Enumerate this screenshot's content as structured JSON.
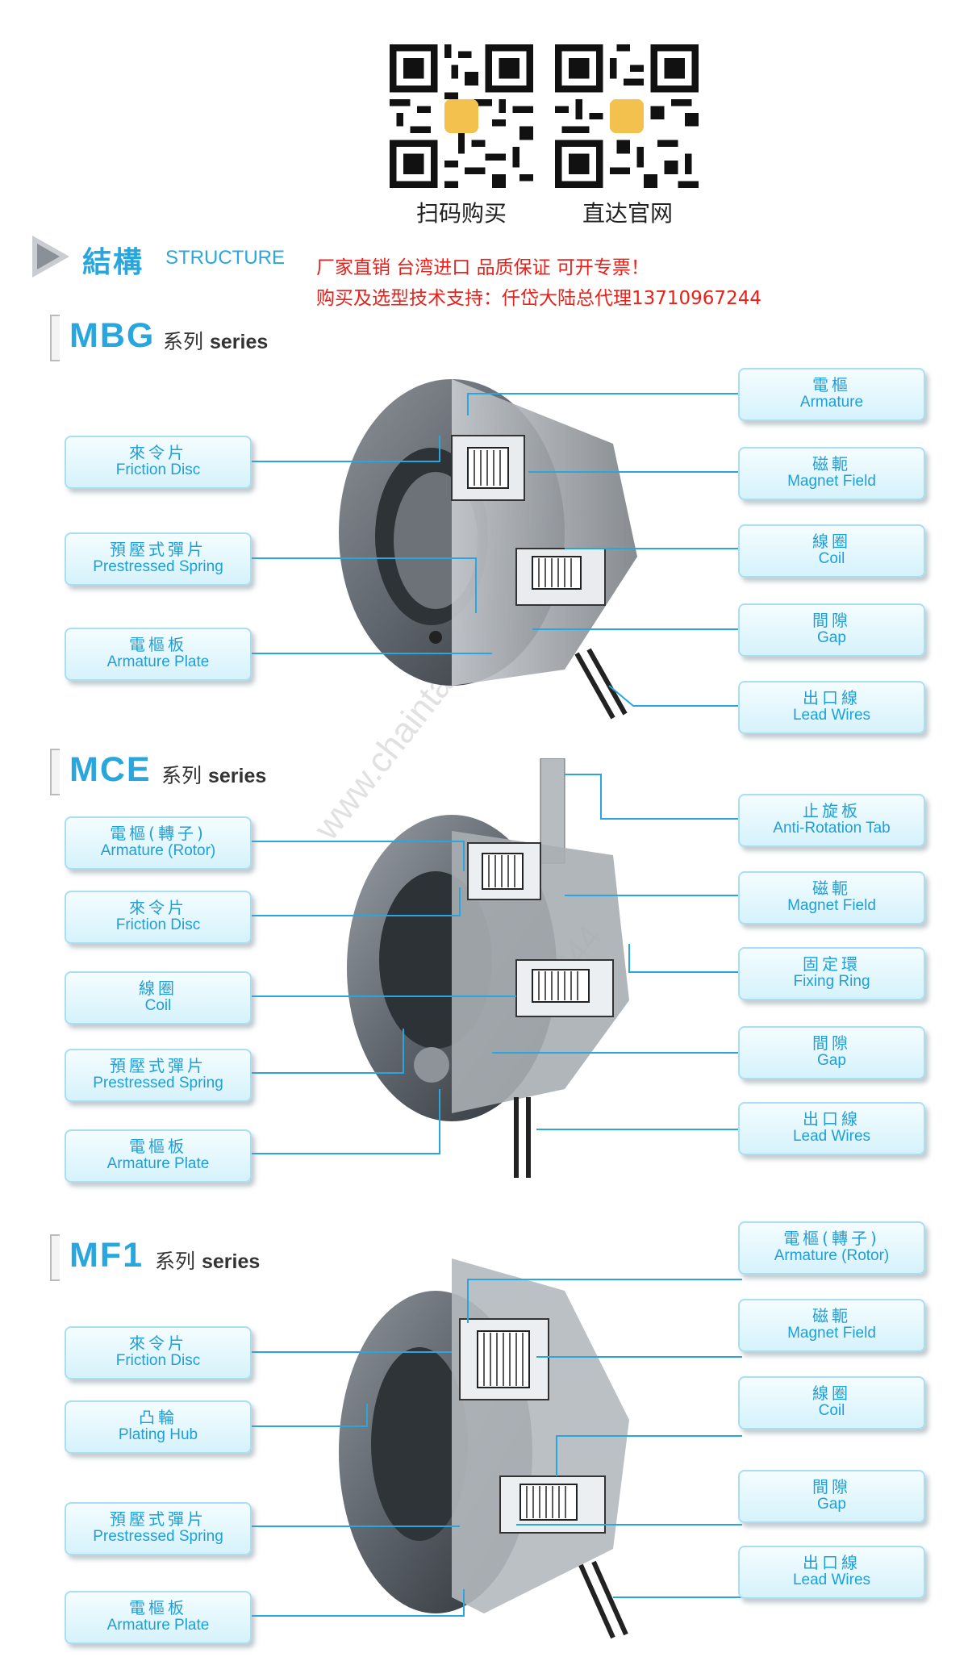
{
  "qr": {
    "left_caption": "扫码购买",
    "right_caption": "直达官网"
  },
  "header": {
    "title_cn": "結構",
    "title_en": "STRUCTURE",
    "promo_line1": "厂家直销 台湾进口 品质保证 可开专票！",
    "promo_line2": "购买及选型技术支持：仟岱大陆总代理13710967244"
  },
  "watermark": {
    "line1": "www.chaintail.com.cn",
    "line2": "13710967244"
  },
  "sections": [
    {
      "code": "MBG",
      "suffix_cn": "系列",
      "suffix_en": "series",
      "left_labels": [
        {
          "cn": "來令片",
          "en": "Friction Disc"
        },
        {
          "cn": "預壓式彈片",
          "en": "Prestressed Spring"
        },
        {
          "cn": "電樞板",
          "en": "Armature Plate"
        }
      ],
      "right_labels": [
        {
          "cn": "電樞",
          "en": "Armature"
        },
        {
          "cn": "磁軛",
          "en": "Magnet Field"
        },
        {
          "cn": "線圈",
          "en": "Coil"
        },
        {
          "cn": "間隙",
          "en": "Gap"
        },
        {
          "cn": "出口線",
          "en": "Lead Wires"
        }
      ]
    },
    {
      "code": "MCE",
      "suffix_cn": "系列",
      "suffix_en": "series",
      "left_labels": [
        {
          "cn": "電樞(轉子)",
          "en": "Armature (Rotor)"
        },
        {
          "cn": "來令片",
          "en": "Friction Disc"
        },
        {
          "cn": "線圈",
          "en": "Coil"
        },
        {
          "cn": "預壓式彈片",
          "en": "Prestressed Spring"
        },
        {
          "cn": "電樞板",
          "en": "Armature Plate"
        }
      ],
      "right_labels": [
        {
          "cn": "止旋板",
          "en": "Anti-Rotation Tab"
        },
        {
          "cn": "磁軛",
          "en": "Magnet Field"
        },
        {
          "cn": "固定環",
          "en": "Fixing Ring"
        },
        {
          "cn": "間隙",
          "en": "Gap"
        },
        {
          "cn": "出口線",
          "en": "Lead Wires"
        }
      ]
    },
    {
      "code": "MF1",
      "suffix_cn": "系列",
      "suffix_en": "series",
      "left_labels": [
        {
          "cn": "來令片",
          "en": "Friction Disc"
        },
        {
          "cn": "凸輪",
          "en": "Plating Hub"
        },
        {
          "cn": "預壓式彈片",
          "en": "Prestressed Spring"
        },
        {
          "cn": "電樞板",
          "en": "Armature Plate"
        }
      ],
      "right_labels": [
        {
          "cn": "電樞(轉子)",
          "en": "Armature (Rotor)"
        },
        {
          "cn": "磁軛",
          "en": "Magnet Field"
        },
        {
          "cn": "線圈",
          "en": "Coil"
        },
        {
          "cn": "間隙",
          "en": "Gap"
        },
        {
          "cn": "出口線",
          "en": "Lead Wires"
        }
      ]
    }
  ],
  "colors": {
    "accent": "#2aa6df",
    "promo": "#e8211a",
    "label_bg": "#dff5fc"
  },
  "icons": [
    "qr-code-icon",
    "arrow-triangle-icon"
  ]
}
